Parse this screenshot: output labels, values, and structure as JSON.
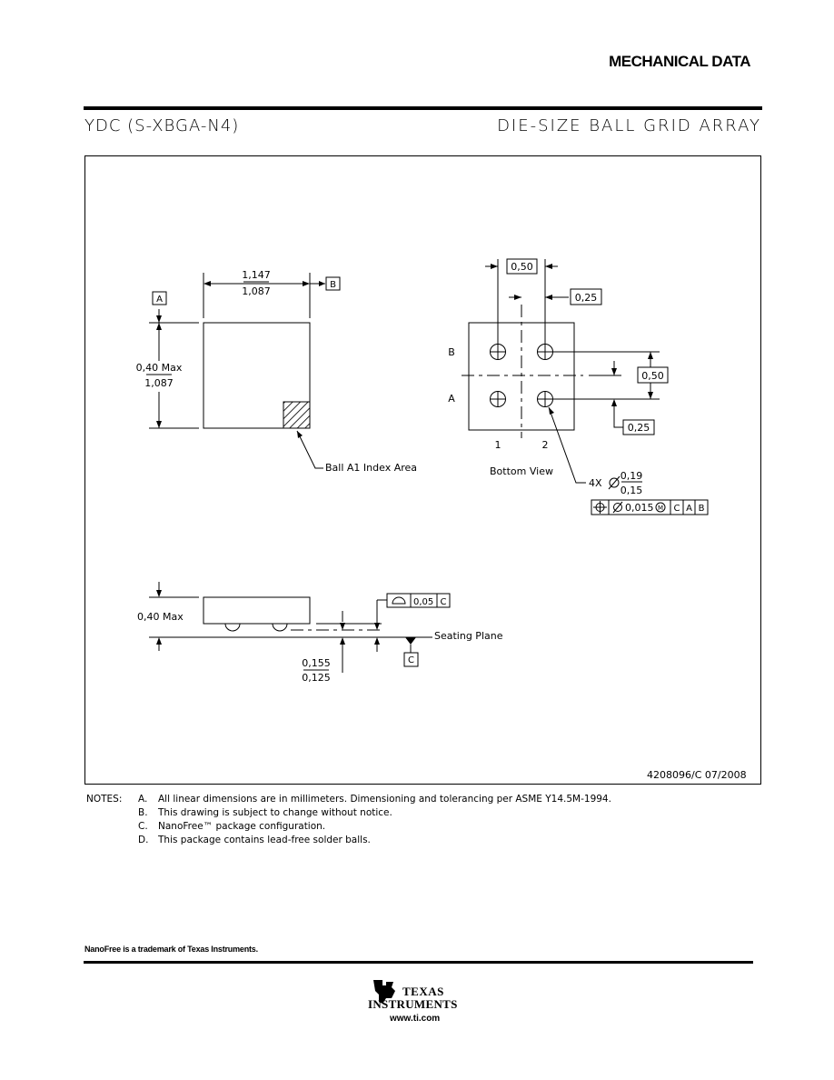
{
  "header": {
    "title": "MECHANICAL DATA",
    "package_code": "YDC (S-XBGA-N4)",
    "package_type": "DIE-SIZE BALL GRID ARRAY"
  },
  "drawing": {
    "datum_a": "A",
    "datum_b": "B",
    "datum_c": "C",
    "width_max": "1,147",
    "width_min": "1,087",
    "height_max": "0,40 Max",
    "height_min": "1,087",
    "index_label": "Ball A1 Index Area",
    "pitch_x": "0,50",
    "offset_x": "0,25",
    "pitch_y": "0,50",
    "offset_y": "0,25",
    "row_b": "B",
    "row_a": "A",
    "col_1": "1",
    "col_2": "2",
    "bottom_view": "Bottom View",
    "ball_count": "4X",
    "ball_dia_max": "0,19",
    "ball_dia_min": "0,15",
    "pos_tol": "0,015",
    "pos_mod": "M",
    "pos_ref1": "C",
    "pos_ref2": "A",
    "pos_ref3": "B",
    "flatness_tol": "0,05",
    "flatness_ref": "C",
    "seating_plane": "Seating Plane",
    "standoff_max": "0,155",
    "standoff_min": "0,125",
    "drawing_number": "4208096/C  07/2008"
  },
  "notes": {
    "label": "NOTES:",
    "items": [
      {
        "key": "A.",
        "text": "All linear dimensions are in millimeters.  Dimensioning and tolerancing per ASME Y14.5M-1994."
      },
      {
        "key": "B.",
        "text": "This drawing is subject to change without notice."
      },
      {
        "key": "C.",
        "text": "NanoFree™ package configuration."
      },
      {
        "key": "D.",
        "text": "This package contains lead-free solder balls."
      }
    ]
  },
  "footer": {
    "trademark": "NanoFree is a trademark of Texas Instruments.",
    "brand_line1": "TEXAS",
    "brand_line2": "INSTRUMENTS",
    "url": "www.ti.com"
  }
}
